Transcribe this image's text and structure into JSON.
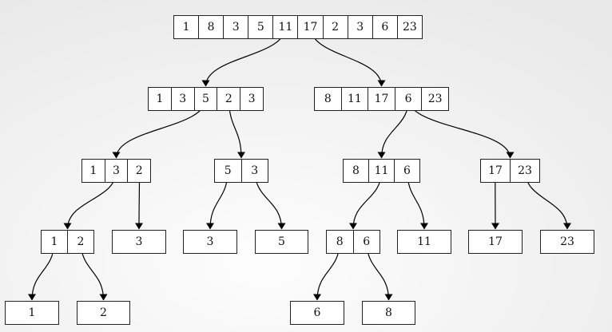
{
  "nodes": [
    {
      "id": "root",
      "values": [
        "1",
        "8",
        "3",
        "5",
        "11",
        "17",
        "2",
        "3",
        "6",
        "23"
      ]
    },
    {
      "id": "left",
      "values": [
        "1",
        "3",
        "5",
        "2",
        "3"
      ]
    },
    {
      "id": "right",
      "values": [
        "8",
        "11",
        "17",
        "6",
        "23"
      ]
    },
    {
      "id": "left-left",
      "values": [
        "1",
        "3",
        "2"
      ]
    },
    {
      "id": "left-right",
      "values": [
        "5",
        "3"
      ]
    },
    {
      "id": "right-left",
      "values": [
        "8",
        "11",
        "6"
      ]
    },
    {
      "id": "right-right",
      "values": [
        "17",
        "23"
      ]
    },
    {
      "id": "ll-left",
      "values": [
        "1",
        "2"
      ]
    },
    {
      "id": "ll-right",
      "values": [
        "3"
      ]
    },
    {
      "id": "lr-left",
      "values": [
        "3"
      ]
    },
    {
      "id": "lr-right",
      "values": [
        "5"
      ]
    },
    {
      "id": "rl-left",
      "values": [
        "8",
        "6"
      ]
    },
    {
      "id": "rl-right",
      "values": [
        "11"
      ]
    },
    {
      "id": "rr-left",
      "values": [
        "17"
      ]
    },
    {
      "id": "rr-right",
      "values": [
        "23"
      ]
    },
    {
      "id": "lll-left",
      "values": [
        "1"
      ]
    },
    {
      "id": "lll-right",
      "values": [
        "2"
      ]
    },
    {
      "id": "rll-left",
      "values": [
        "6"
      ]
    },
    {
      "id": "rll-right",
      "values": [
        "8"
      ]
    }
  ],
  "edges": [
    {
      "from": "root",
      "to": "left"
    },
    {
      "from": "root",
      "to": "right"
    },
    {
      "from": "left",
      "to": "left-left"
    },
    {
      "from": "left",
      "to": "left-right"
    },
    {
      "from": "right",
      "to": "right-left"
    },
    {
      "from": "right",
      "to": "right-right"
    },
    {
      "from": "left-left",
      "to": "ll-left"
    },
    {
      "from": "left-left",
      "to": "ll-right"
    },
    {
      "from": "left-right",
      "to": "lr-left"
    },
    {
      "from": "left-right",
      "to": "lr-right"
    },
    {
      "from": "right-left",
      "to": "rl-left"
    },
    {
      "from": "right-left",
      "to": "rl-right"
    },
    {
      "from": "right-right",
      "to": "rr-left"
    },
    {
      "from": "right-right",
      "to": "rr-right"
    },
    {
      "from": "ll-left",
      "to": "lll-left"
    },
    {
      "from": "ll-left",
      "to": "lll-right"
    },
    {
      "from": "rl-left",
      "to": "rll-left"
    },
    {
      "from": "rl-left",
      "to": "rll-right"
    }
  ]
}
